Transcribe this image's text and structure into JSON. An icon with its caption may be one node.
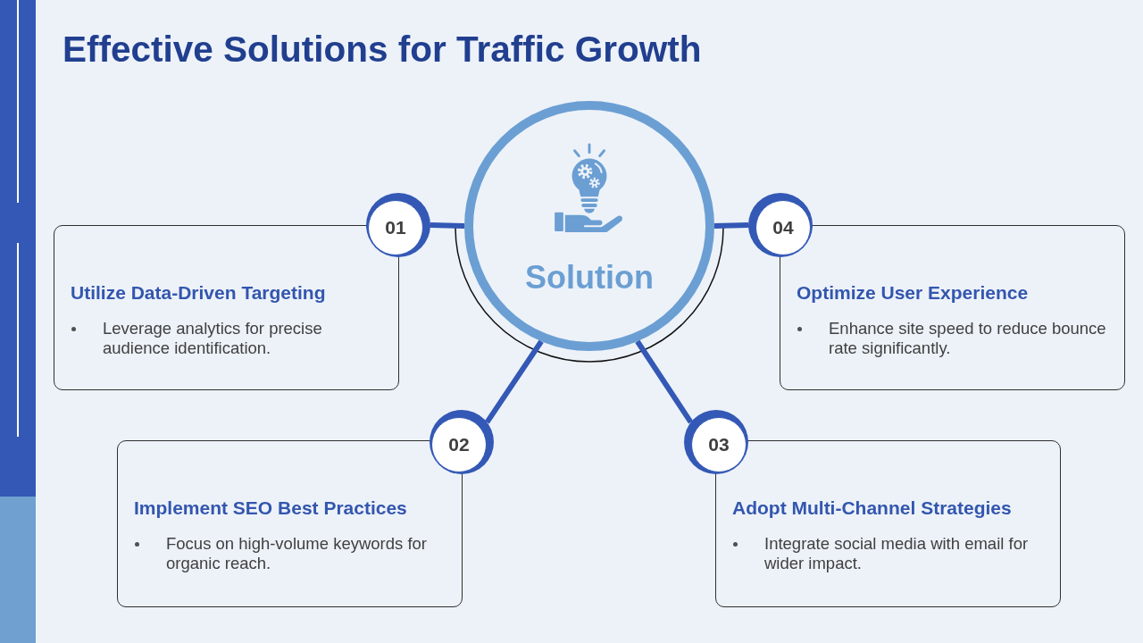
{
  "diagram": {
    "title": "Effective Solutions for Traffic Growth",
    "nodes": [
      {
        "text": [
          "Solution"
        ]
      },
      {
        "text": [
          "01"
        ]
      },
      {
        "text": [
          "Utilize Data-Driven Targeting",
          "Leverage analytics for precise audience identification."
        ]
      },
      {
        "text": [
          "02"
        ]
      },
      {
        "text": [
          "Implement SEO Best Practices",
          "Focus on high-volume keywords for organic reach."
        ]
      },
      {
        "text": [
          "03"
        ]
      },
      {
        "text": [
          "Adopt Multi-Channel Strategies",
          "Integrate social media with email for wider impact."
        ]
      },
      {
        "text": [
          "04"
        ]
      },
      {
        "text": [
          "Optimize User Experience",
          "Enhance site speed to reduce bounce rate significantly."
        ]
      }
    ],
    "edges": [
      {
        "from": 0,
        "to": 1,
        "arrow": "none"
      },
      {
        "from": 0,
        "to": 3,
        "arrow": "none"
      },
      {
        "from": 0,
        "to": 5,
        "arrow": "none"
      },
      {
        "from": 0,
        "to": 7,
        "arrow": "none"
      }
    ]
  }
}
